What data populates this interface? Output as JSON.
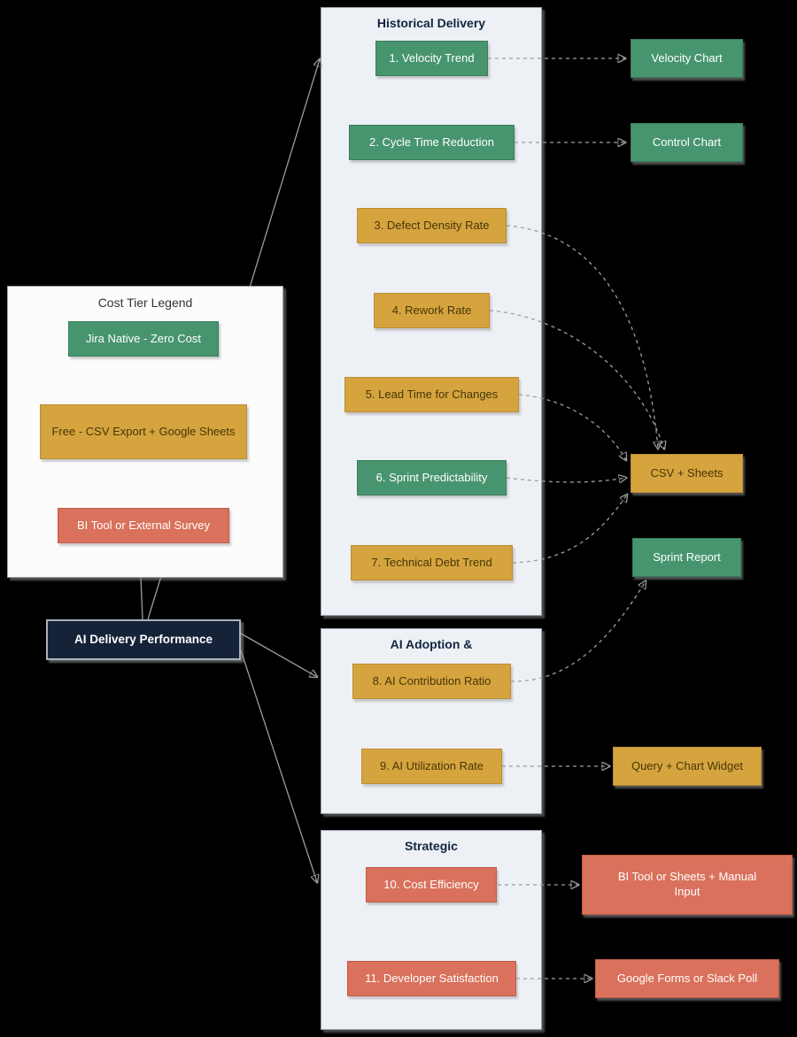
{
  "diagram": {
    "legend": {
      "title": "Cost Tier Legend",
      "items": [
        {
          "id": "jira-native",
          "label": "Jira Native - Zero Cost"
        },
        {
          "id": "free-csv",
          "label": "Free - CSV Export + Google Sheets"
        },
        {
          "id": "paid-bi",
          "label": "BI Tool or External Survey"
        }
      ]
    },
    "root": {
      "label": "AI Delivery Performance"
    },
    "groups": [
      {
        "title": "Historical Delivery"
      },
      {
        "title": "AI Adoption &"
      },
      {
        "title": "Strategic"
      }
    ],
    "metrics": [
      {
        "label": "1. Velocity Trend",
        "tier": "jira-native"
      },
      {
        "label": "2. Cycle Time Reduction",
        "tier": "jira-native"
      },
      {
        "label": "3. Defect Density Rate",
        "tier": "free-csv"
      },
      {
        "label": "4. Rework Rate",
        "tier": "free-csv"
      },
      {
        "label": "5. Lead Time for Changes",
        "tier": "free-csv"
      },
      {
        "label": "6. Sprint Predictability",
        "tier": "jira-native"
      },
      {
        "label": "7. Technical Debt Trend",
        "tier": "free-csv"
      },
      {
        "label": "8. AI Contribution Ratio",
        "tier": "free-csv"
      },
      {
        "label": "9. AI Utilization Rate",
        "tier": "free-csv"
      },
      {
        "label": "10. Cost Efficiency",
        "tier": "paid-bi"
      },
      {
        "label": "11. Developer Satisfaction",
        "tier": "paid-bi"
      }
    ],
    "tools": [
      {
        "label": "Velocity Chart",
        "tier": "jira-native"
      },
      {
        "label": "Control Chart",
        "tier": "jira-native"
      },
      {
        "label": "CSV + Sheets",
        "tier": "free-csv"
      },
      {
        "label": "Sprint Report",
        "tier": "jira-native"
      },
      {
        "label": "Query + Chart Widget",
        "tier": "free-csv"
      },
      {
        "label": "BI Tool or Sheets + Manual Input",
        "tier": "paid-bi"
      },
      {
        "label": "Google Forms or Slack Poll",
        "tier": "paid-bi"
      }
    ],
    "edges": [
      {
        "from": "1. Velocity Trend",
        "to": "Velocity Chart",
        "style": "dashed"
      },
      {
        "from": "2. Cycle Time Reduction",
        "to": "Control Chart",
        "style": "dashed"
      },
      {
        "from": "3. Defect Density Rate",
        "to": "CSV + Sheets",
        "style": "dashed"
      },
      {
        "from": "4. Rework Rate",
        "to": "CSV + Sheets",
        "style": "dashed"
      },
      {
        "from": "5. Lead Time for Changes",
        "to": "CSV + Sheets",
        "style": "dashed"
      },
      {
        "from": "6. Sprint Predictability",
        "to": "CSV + Sheets",
        "style": "dashed"
      },
      {
        "from": "7. Technical Debt Trend",
        "to": "CSV + Sheets",
        "style": "dashed"
      },
      {
        "from": "8. AI Contribution Ratio",
        "to": "Sprint Report",
        "style": "dashed"
      },
      {
        "from": "9. AI Utilization Rate",
        "to": "Query + Chart Widget",
        "style": "dashed"
      },
      {
        "from": "10. Cost Efficiency",
        "to": "BI Tool or Sheets + Manual Input",
        "style": "dashed"
      },
      {
        "from": "11. Developer Satisfaction",
        "to": "Google Forms or Slack Poll",
        "style": "dashed"
      },
      {
        "from": "Cost Tier Legend",
        "to": "AI Delivery Performance",
        "style": "solid"
      },
      {
        "from": "AI Delivery Performance",
        "to": "Historical Delivery",
        "style": "solid"
      },
      {
        "from": "AI Delivery Performance",
        "to": "AI Adoption &",
        "style": "solid"
      },
      {
        "from": "AI Delivery Performance",
        "to": "Strategic",
        "style": "solid"
      }
    ]
  },
  "colors": {
    "background": "#000000",
    "tier_green_fill": "#47956f",
    "tier_yellow_fill": "#d5a43e",
    "tier_red_fill": "#d9715c",
    "root_fill": "#152238",
    "container_fill": "#edf1f6",
    "edge_gray": "#9c9c9c"
  }
}
